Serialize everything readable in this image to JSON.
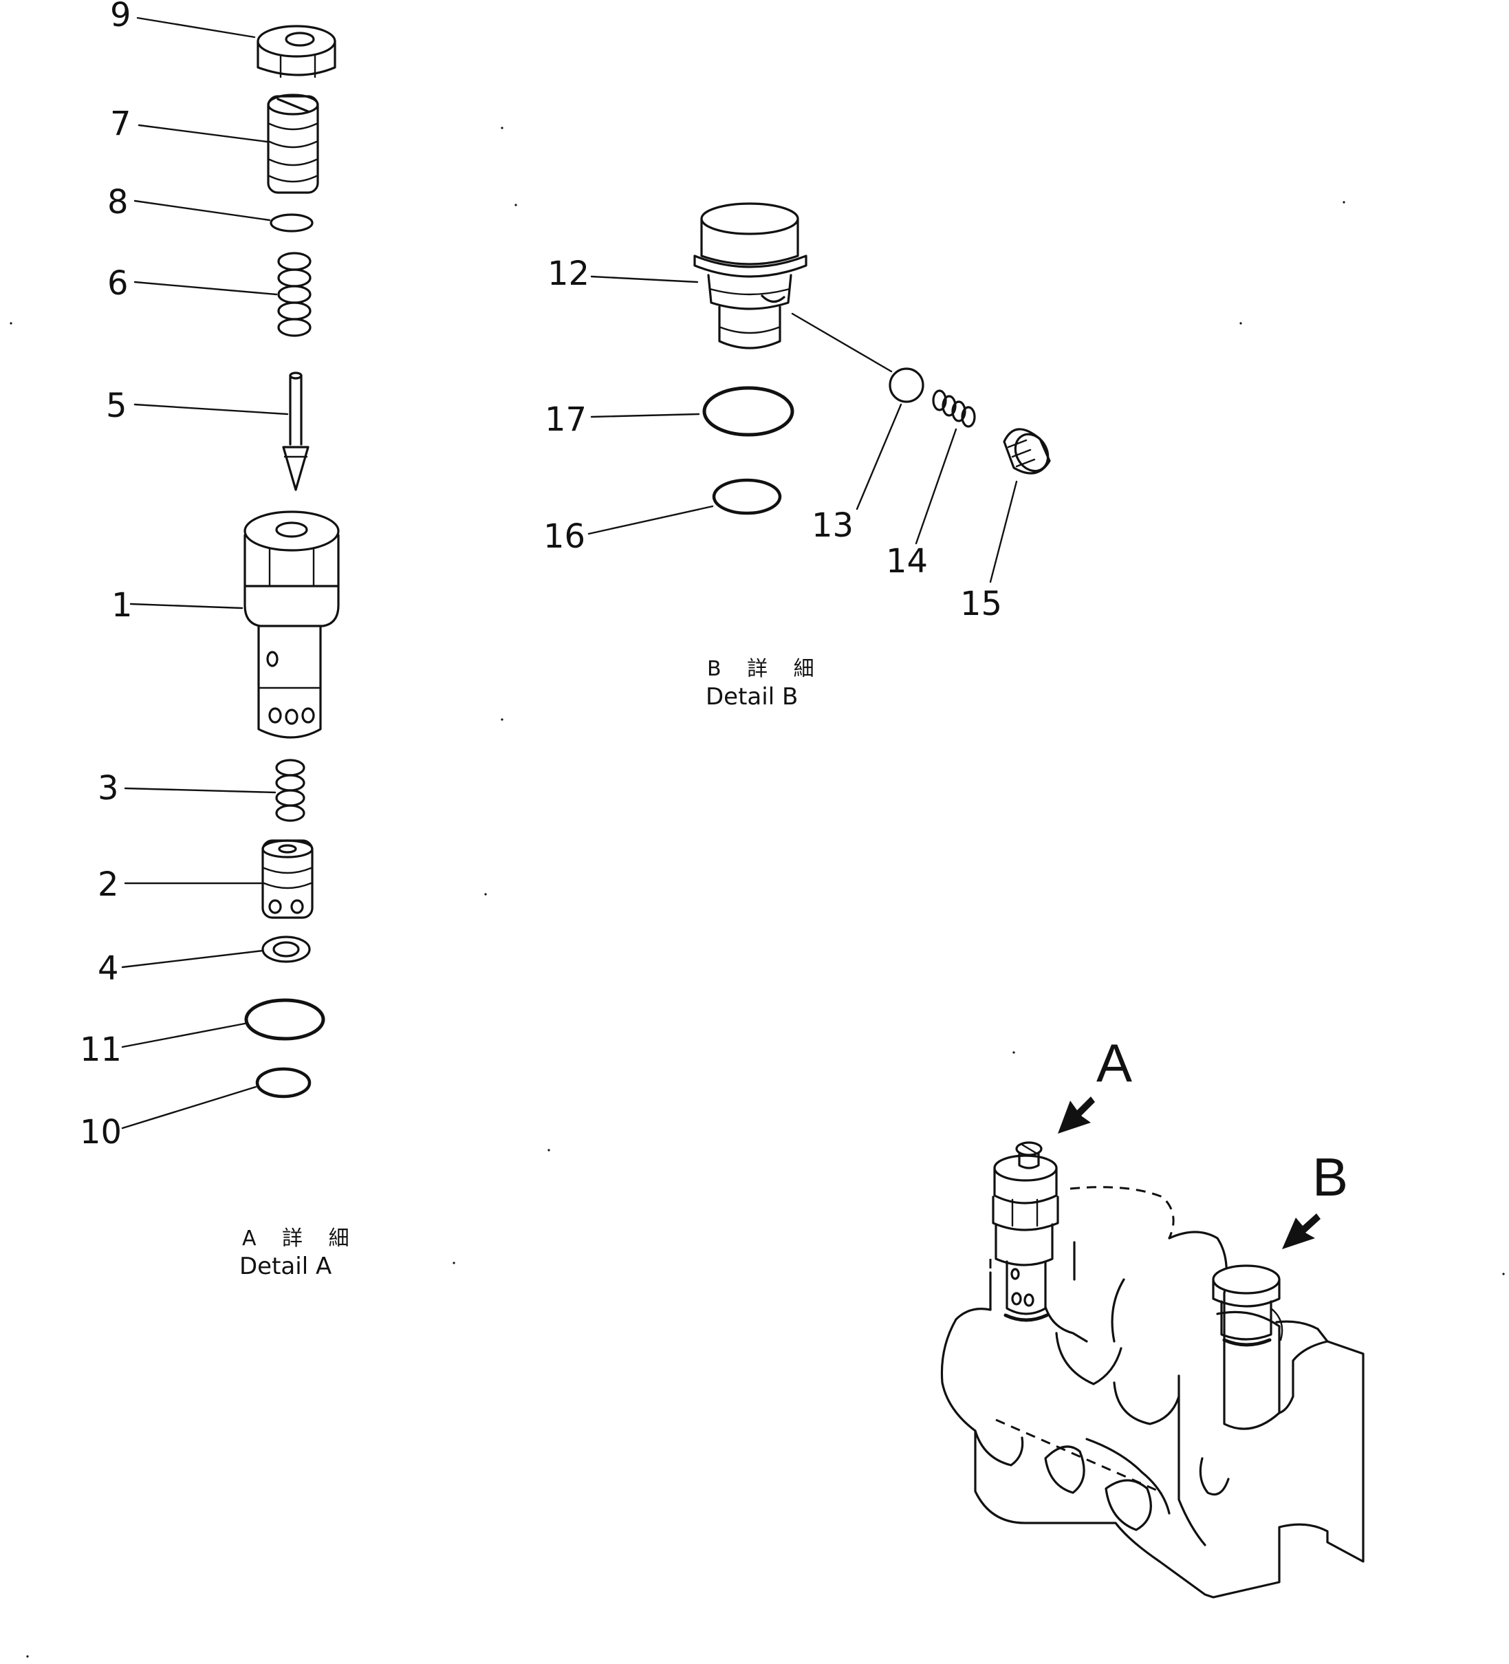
{
  "detail_a": {
    "callouts": {
      "c9": "9",
      "c7": "7",
      "c8": "8",
      "c6": "6",
      "c5": "5",
      "c1": "1",
      "c3": "3",
      "c2": "2",
      "c4": "4",
      "c11": "11",
      "c10": "10"
    },
    "caption_jp": "A 詳 細",
    "caption_en": "Detail A"
  },
  "detail_b": {
    "callouts": {
      "c12": "12",
      "c17": "17",
      "c16": "16",
      "c13": "13",
      "c14": "14",
      "c15": "15"
    },
    "caption_jp": "B 詳 細",
    "caption_en": "Detail B"
  },
  "assembly": {
    "view_a": "A",
    "view_b": "B"
  },
  "colors": {
    "ink": "#111111",
    "paper": "#ffffff"
  }
}
